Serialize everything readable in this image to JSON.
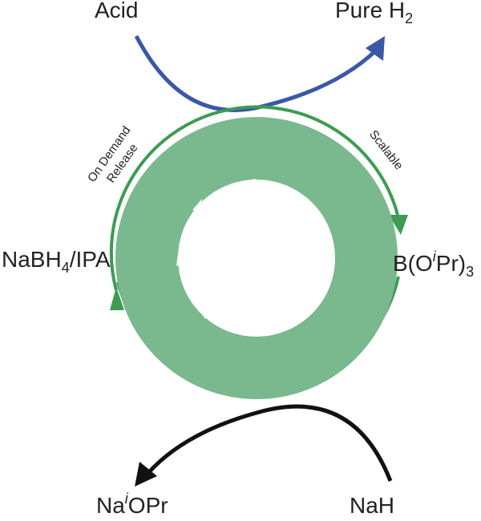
{
  "colors": {
    "blue": "#3a57a8",
    "green": "#3d9b53",
    "ring": "#7ab88e",
    "black": "#111111"
  },
  "labels": {
    "acid": "Acid",
    "pure_h2_main": "Pure H",
    "pure_h2_sub": "2",
    "nabh4_a": "NaBH",
    "nabh4_sub": "4",
    "nabh4_b": "/IPA",
    "boron_a": "B(O",
    "boron_sup": "i",
    "boron_b": "Pr)",
    "boron_sub": "3",
    "naopr_a": "Na",
    "naopr_sup": "i",
    "naopr_b": "OPr",
    "nah": "NaH",
    "on_demand": "On Demand",
    "release": "Release",
    "scalable": "Scalable"
  }
}
